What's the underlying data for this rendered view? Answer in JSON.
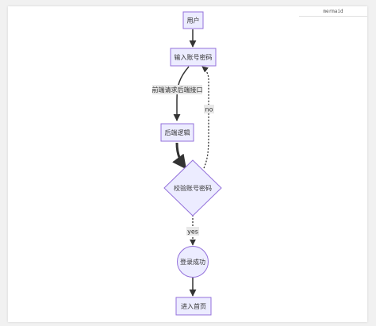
{
  "badge": {
    "label": "mermaid"
  },
  "colors": {
    "node_fill": "#ECECFF",
    "node_stroke": "#9370DB",
    "edge": "#333333",
    "edge_label_bg": "#e8e8e8"
  },
  "nodes": {
    "user": "用户",
    "input_credentials": "输入账号密码",
    "backend_logic": "后端逻辑",
    "verify_credentials": "校验账号密码",
    "login_success": "登录成功",
    "enter_home": "进入首页"
  },
  "edges": {
    "frontend_request": "前端请求后端接口",
    "no": "no",
    "yes": "yes"
  }
}
